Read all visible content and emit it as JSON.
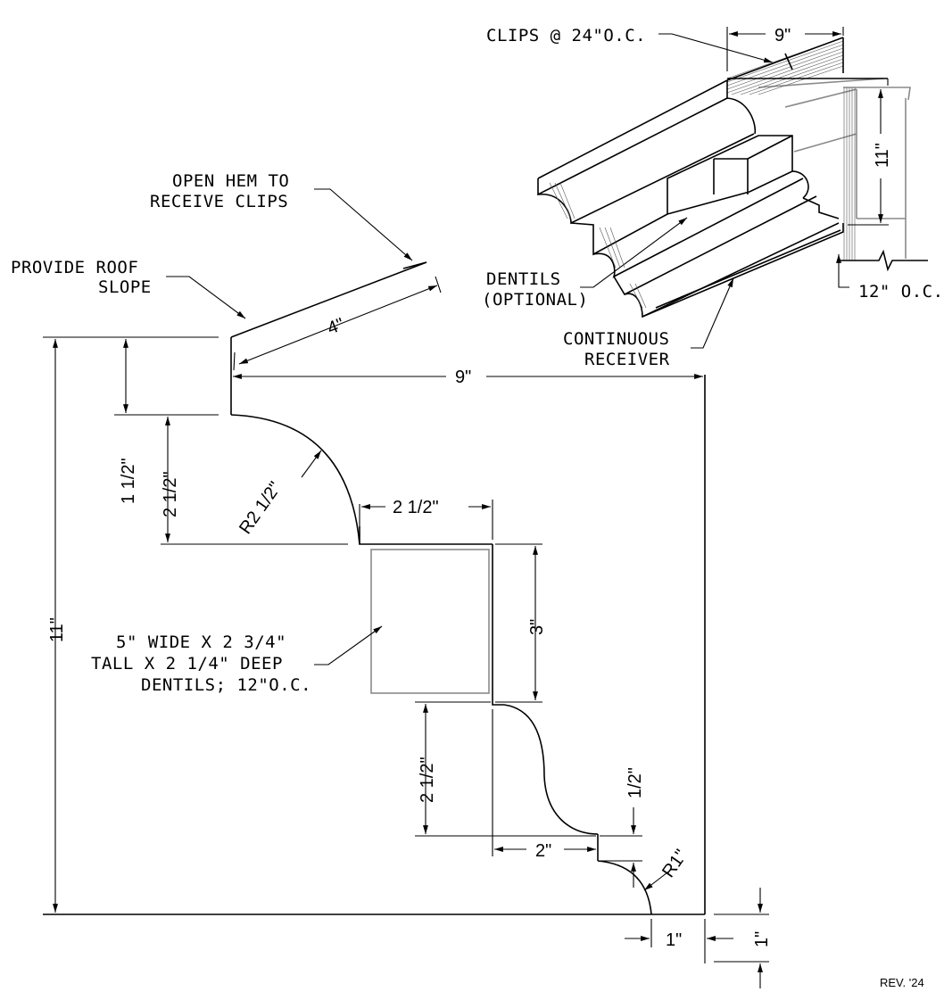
{
  "labels": {
    "clips": "CLIPS @ 24\"O.C.",
    "open_hem_1": "OPEN HEM TO",
    "open_hem_2": "RECEIVE CLIPS",
    "roof_slope_1": "PROVIDE ROOF",
    "roof_slope_2": "SLOPE",
    "dentils_1": "DENTILS",
    "dentils_2": "(OPTIONAL)",
    "receiver_1": "CONTINUOUS",
    "receiver_2": "RECEIVER",
    "oc_12": "12\" O.C.",
    "dentil_spec_1": "5\" WIDE X 2 3/4\"",
    "dentil_spec_2": "TALL X 2 1/4\" DEEP",
    "dentil_spec_3": "DENTILS; 12\"O.C.",
    "rev": "REV. '24"
  },
  "dimensions": {
    "top_width": "9\"",
    "top_height": "11\"",
    "slope_length": "4\"",
    "overall_width": "9\"",
    "overall_height": "11\"",
    "d_1_1_2": "1 1/2\"",
    "d_2_1_2_left": "2 1/2\"",
    "radius_top": "R2 1/2\"",
    "d_2_1_2_horiz": "2 1/2\"",
    "d_3": "3\"",
    "d_2_1_2_lower": "2 1/2\"",
    "d_1_2": "1/2\"",
    "d_2": "2\"",
    "radius_bottom": "R1\"",
    "d_1_horiz": "1\"",
    "d_1_vert": "1\""
  }
}
